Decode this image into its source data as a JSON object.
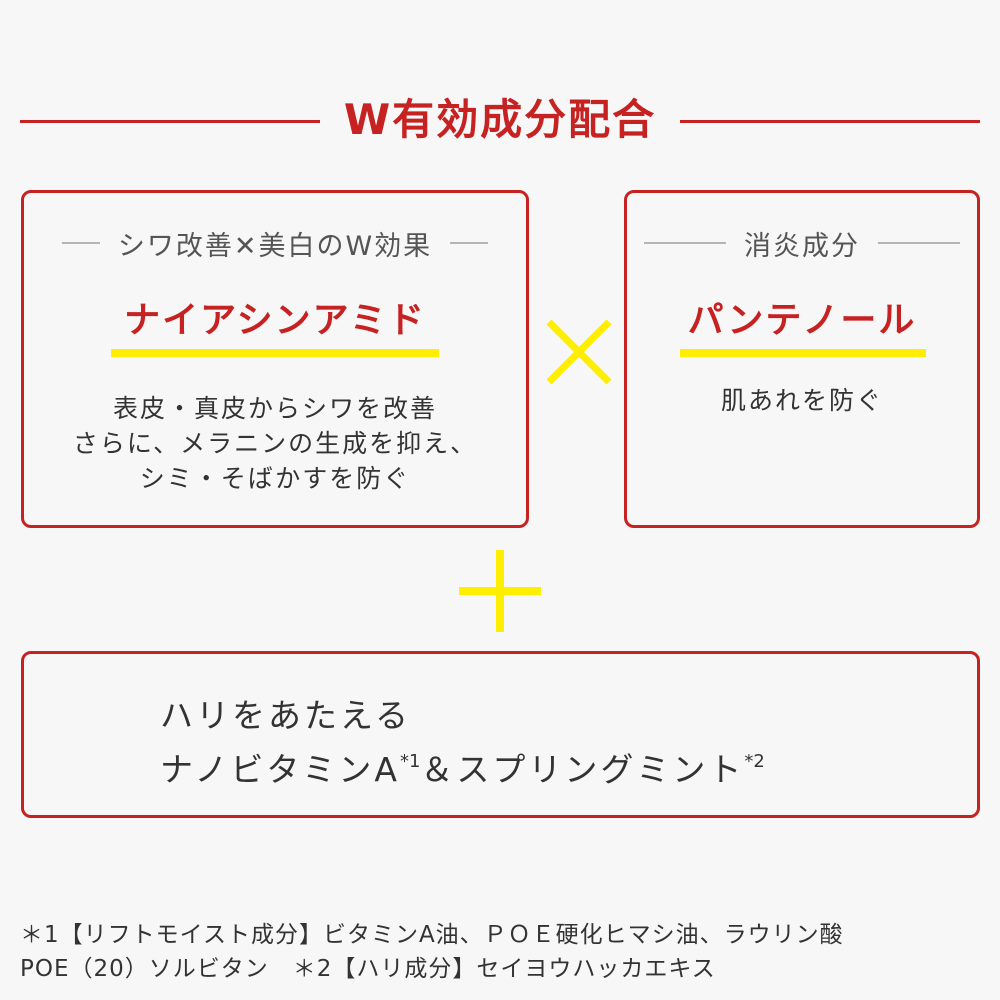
{
  "title": "W有効成分配合",
  "left_box": {
    "header": "シワ改善✕美白のW効果",
    "ingredient": "ナイアシンアミド",
    "description": [
      "表皮・真皮からシワを改善",
      "さらに、メラニンの生成を抑え、",
      "シミ・そばかすを防ぐ"
    ]
  },
  "right_box": {
    "header": "消炎成分",
    "ingredient": "パンテノール",
    "description": "肌あれを防ぐ"
  },
  "bottom_box": {
    "line1": "ハリをあたえる",
    "line2_part1": "ナノビタミンA",
    "line2_sup1": "*1",
    "line2_part2": "＆スプリングミント",
    "line2_sup2": "*2"
  },
  "footnotes": [
    "＊1【リフトモイスト成分】ビタミンA油、ＰＯＥ硬化ヒマシ油、ラウリン酸",
    "POE（20）ソルビタン　＊2【ハリ成分】セイヨウハッカエキス"
  ],
  "colors": {
    "accent": "#c62222",
    "highlight": "#ffee00",
    "background": "#f7f7f7"
  },
  "icons": {
    "combine": "cross-icon",
    "add": "plus-icon"
  }
}
